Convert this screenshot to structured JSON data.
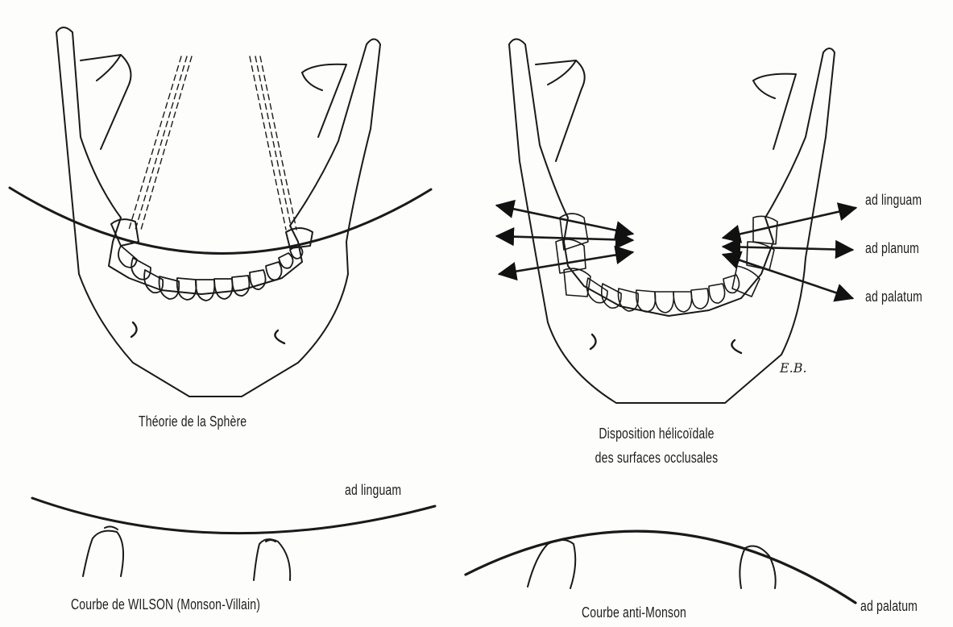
{
  "figures": {
    "sphere": {
      "caption": "Théorie de la Sphère"
    },
    "helicoid": {
      "caption_line1": "Disposition hélicoïdale",
      "caption_line2": "des surfaces occlusales",
      "labels": [
        "ad linguam",
        "ad planum",
        "ad palatum"
      ],
      "signature": "E.B."
    },
    "wilson": {
      "caption": "Courbe de WILSON (Monson-Villain)",
      "end_label": "ad linguam"
    },
    "anti_monson": {
      "caption": "Courbe anti-Monson",
      "end_label": "ad palatum"
    }
  }
}
